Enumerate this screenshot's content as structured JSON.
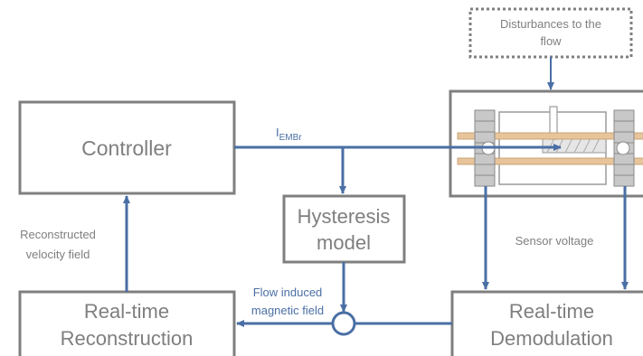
{
  "blocks": {
    "controller": "Controller",
    "hysteresis_line1": "Hysteresis",
    "hysteresis_line2": "model",
    "reconstruction_line1": "Real-time",
    "reconstruction_line2": "Reconstruction",
    "demodulation_line1": "Real-time",
    "demodulation_line2": "Demodulation",
    "disturbances_line1": "Disturbances to the",
    "disturbances_line2": "flow"
  },
  "signals": {
    "current_main": "I",
    "current_sub": "EMBr",
    "reconstructed_line1": "Reconstructed",
    "reconstructed_line2": "velocity field",
    "flow_induced_line1": "Flow induced",
    "flow_induced_line2": "magnetic field",
    "sensor_voltage": "Sensor voltage"
  },
  "colors": {
    "box_border": "#7f7f7f",
    "arrow": "#4a6fa5",
    "coil": "#e8c49a"
  }
}
